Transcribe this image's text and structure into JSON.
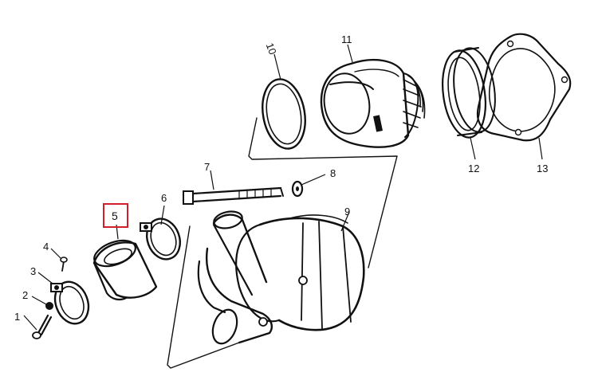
{
  "diagram": {
    "parts": [
      {
        "number": "1"
      },
      {
        "number": "2"
      },
      {
        "number": "3"
      },
      {
        "number": "4"
      },
      {
        "number": "5",
        "highlighted": true
      },
      {
        "number": "6"
      },
      {
        "number": "7"
      },
      {
        "number": "8"
      },
      {
        "number": "9"
      },
      {
        "number": "10"
      },
      {
        "number": "11"
      },
      {
        "number": "12"
      },
      {
        "number": "13"
      }
    ],
    "highlight_color": "#d11f2a",
    "line_color": "#111111"
  }
}
